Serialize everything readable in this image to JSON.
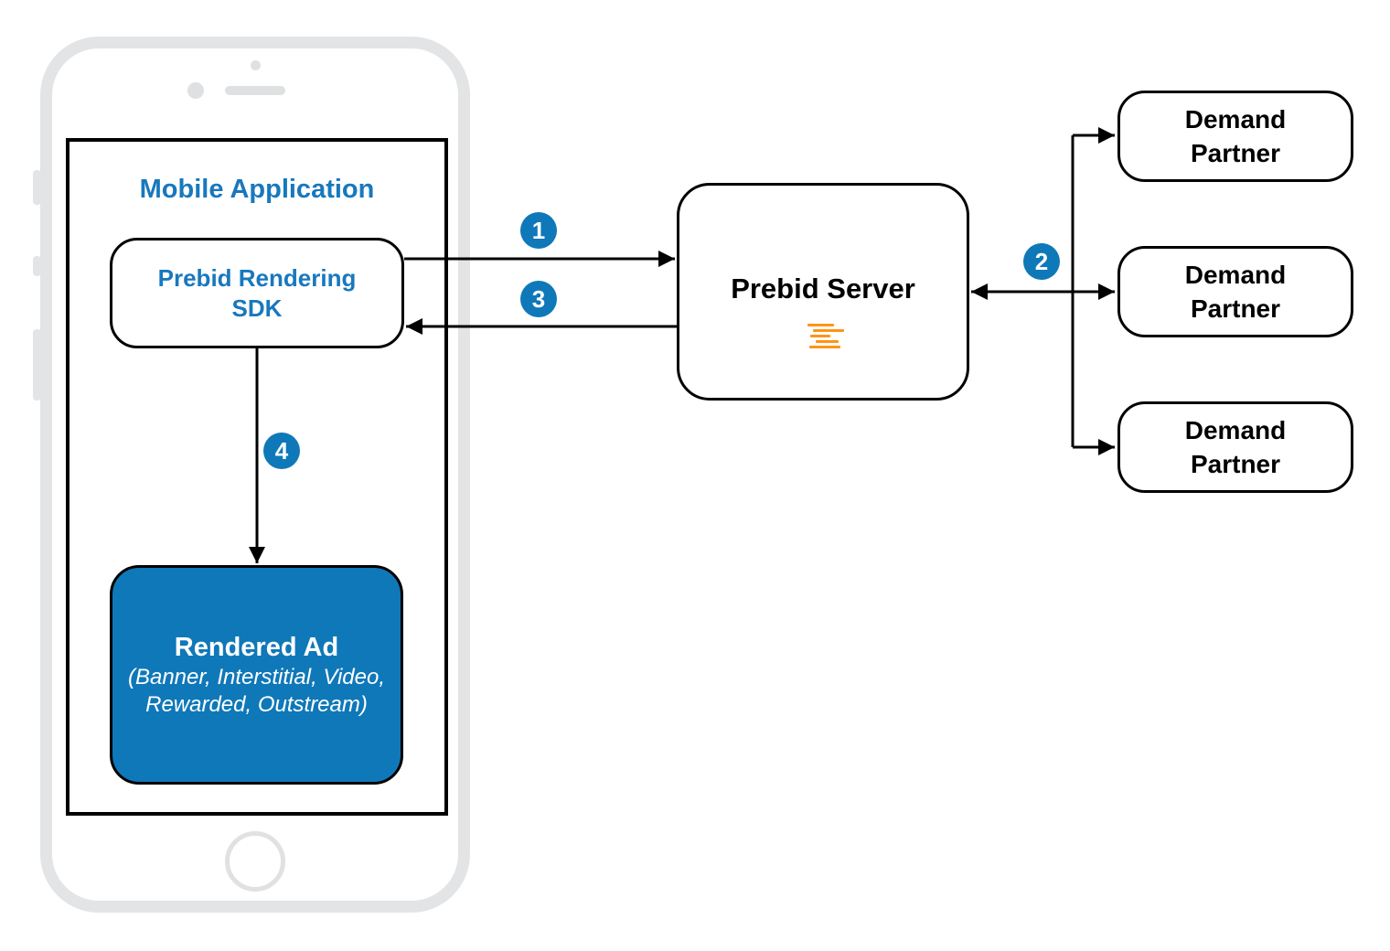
{
  "diagram": {
    "mobile_app": {
      "label": "Mobile Application"
    },
    "sdk": {
      "line1": "Prebid Rendering",
      "line2": "SDK"
    },
    "rendered_ad": {
      "title": "Rendered Ad",
      "subtitle_line1": "(Banner, Interstitial, Video,",
      "subtitle_line2": "Rewarded, Outstream)"
    },
    "server": {
      "label": "Prebid Server",
      "logo": "prebid-lines-logo"
    },
    "demand_partners": [
      {
        "line1": "Demand",
        "line2": "Partner"
      },
      {
        "line1": "Demand",
        "line2": "Partner"
      },
      {
        "line1": "Demand",
        "line2": "Partner"
      }
    ],
    "steps": [
      {
        "number": "1"
      },
      {
        "number": "2"
      },
      {
        "number": "3"
      },
      {
        "number": "4"
      }
    ],
    "colors": {
      "accent_blue": "#0f78b8",
      "text_blue": "#1878be",
      "logo_orange": "#ff9416",
      "phone_gray": "#e3e4e6",
      "line_black": "#000000"
    }
  }
}
